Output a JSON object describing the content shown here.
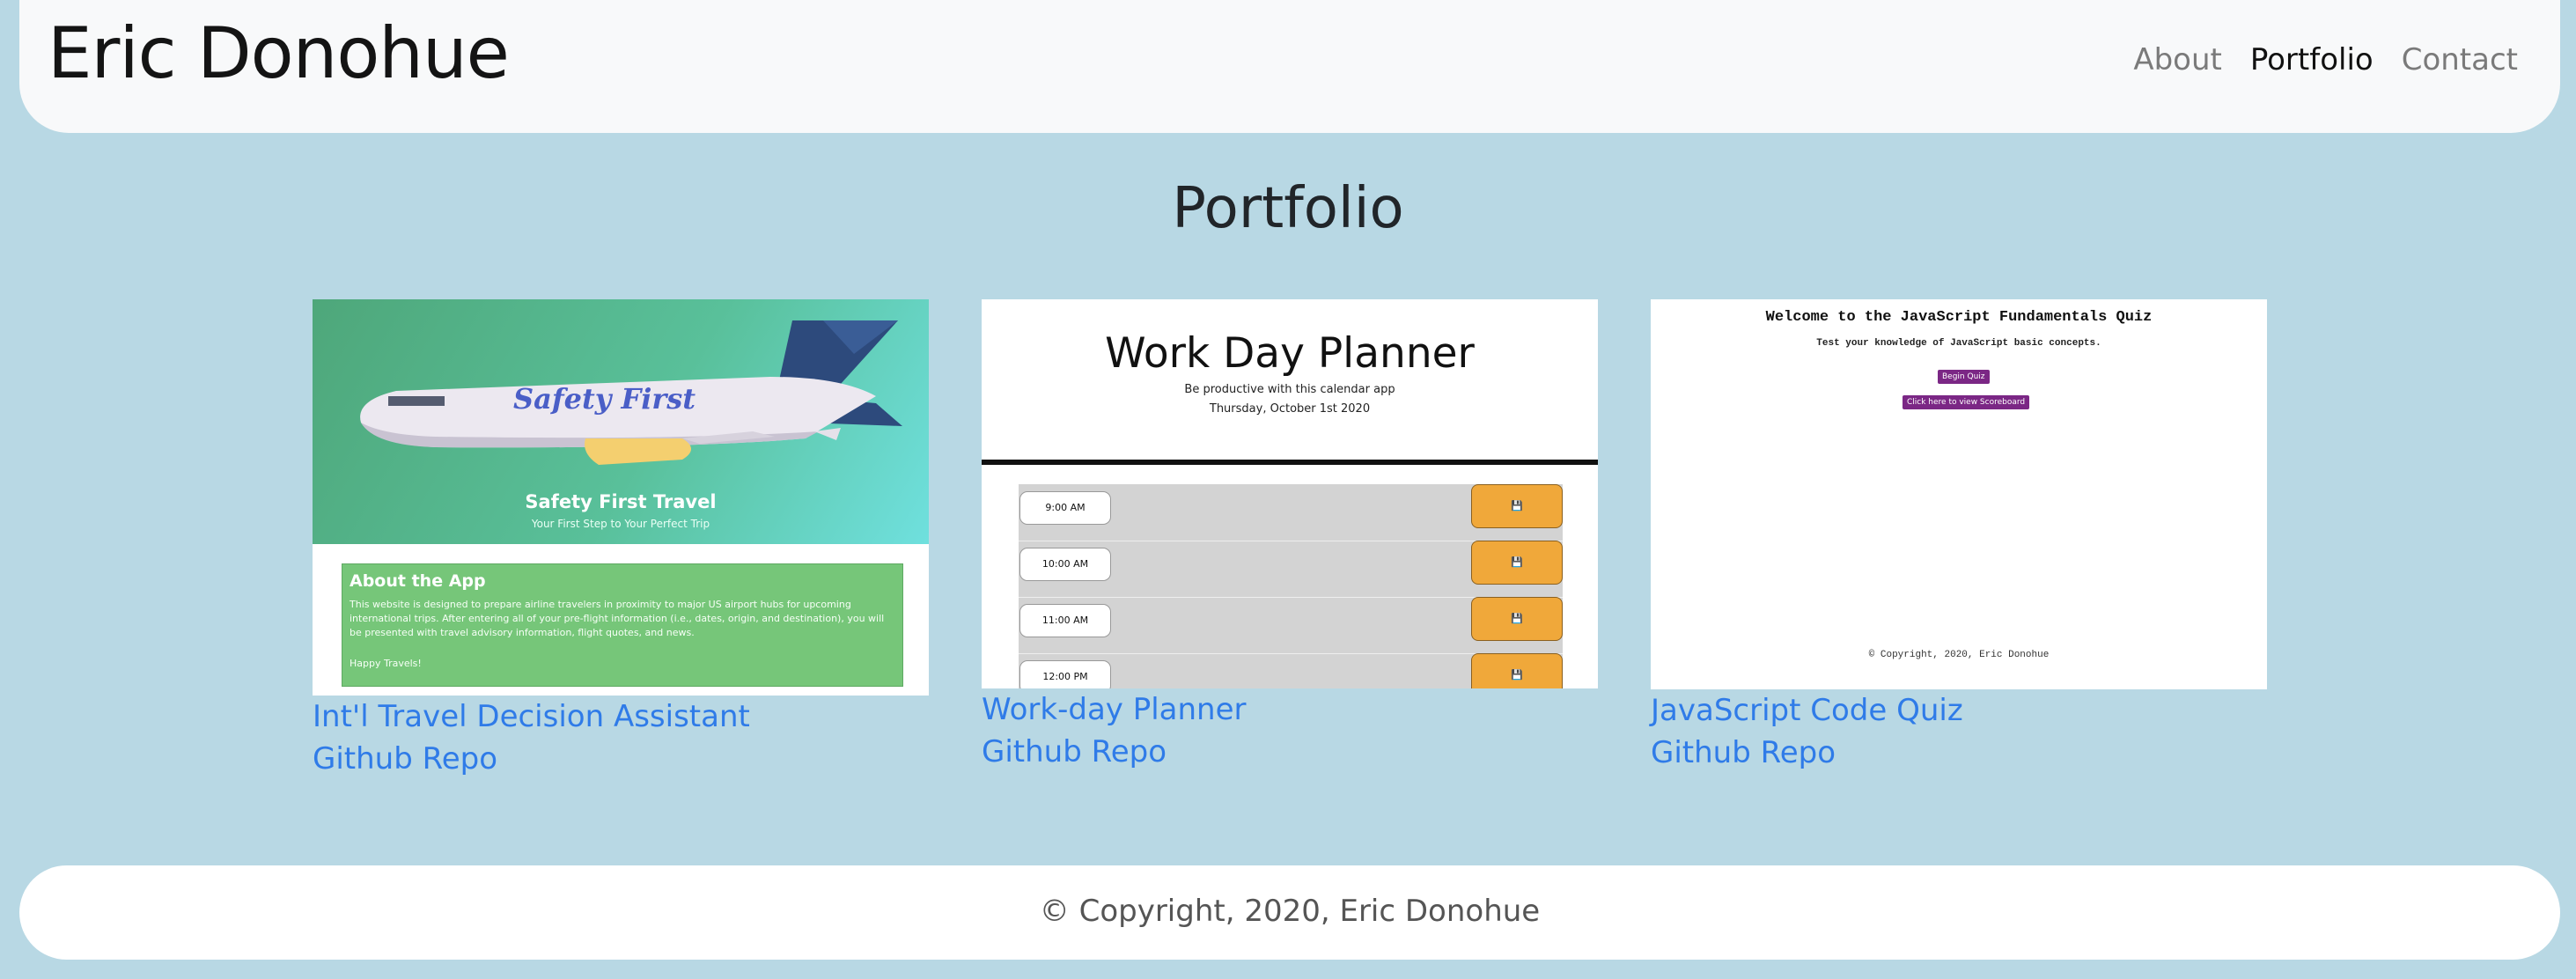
{
  "navbar": {
    "brand": "Eric Donohue",
    "links": [
      {
        "label": "About"
      },
      {
        "label": "Portfolio"
      },
      {
        "label": "Contact"
      }
    ]
  },
  "page_title": "Portfolio",
  "projects": [
    {
      "name": "Int'l Travel Decision Assistant",
      "repo_label": "Github Repo",
      "thumbnail": {
        "plane_text": "Safety First",
        "hero_title": "Safety First Travel",
        "hero_subtitle": "Your First Step to Your Perfect Trip",
        "about_heading": "About the App",
        "about_text": "This website is designed to prepare airline travelers in proximity to major US airport hubs for upcoming international trips. After entering all of your pre-flight information (i.e., dates, origin, and destination), you will be presented with travel advisory information, flight quotes, and news.",
        "about_signoff": "Happy Travels!"
      }
    },
    {
      "name": "Work-day Planner",
      "repo_label": "Github Repo",
      "thumbnail": {
        "title": "Work Day Planner",
        "subtitle": "Be productive with this calendar app",
        "date": "Thursday, October 1st 2020",
        "hours": [
          "9:00 AM",
          "10:00 AM",
          "11:00 AM",
          "12:00 PM"
        ],
        "save_icon": "💾"
      }
    },
    {
      "name": "JavaScript Code Quiz",
      "repo_label": "Github Repo",
      "thumbnail": {
        "title": "Welcome to the JavaScript Fundamentals Quiz",
        "subtitle": "Test your knowledge of JavaScript basic concepts.",
        "begin_button": "Begin Quiz",
        "scoreboard_button": "Click here to view Scoreboard",
        "footer": "© Copyright, 2020, Eric Donohue"
      }
    }
  ],
  "footer": {
    "text": "© Copyright, 2020, Eric Donohue"
  },
  "colors": {
    "page_background": "#b8d8e4",
    "link": "#2f7be8",
    "navbar_background": "#f8f9fa"
  }
}
